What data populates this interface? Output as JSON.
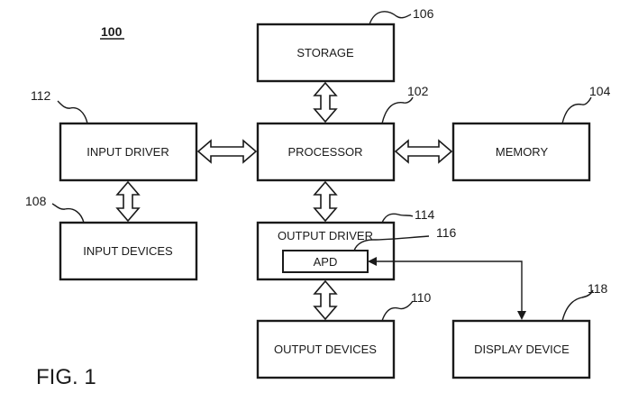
{
  "figure": {
    "label": "FIG. 1",
    "system_ref": "100"
  },
  "blocks": {
    "storage": {
      "label": "STORAGE",
      "ref": "106"
    },
    "processor": {
      "label": "PROCESSOR",
      "ref": "102"
    },
    "memory": {
      "label": "MEMORY",
      "ref": "104"
    },
    "input_driver": {
      "label": "INPUT DRIVER",
      "ref": "112"
    },
    "input_devices": {
      "label": "INPUT DEVICES",
      "ref": "108"
    },
    "output_driver": {
      "label": "OUTPUT DRIVER",
      "ref": "114"
    },
    "apd": {
      "label": "APD",
      "ref": "116"
    },
    "output_devices": {
      "label": "OUTPUT DEVICES",
      "ref": "110"
    },
    "display_device": {
      "label": "DISPLAY DEVICE",
      "ref": "118"
    }
  }
}
